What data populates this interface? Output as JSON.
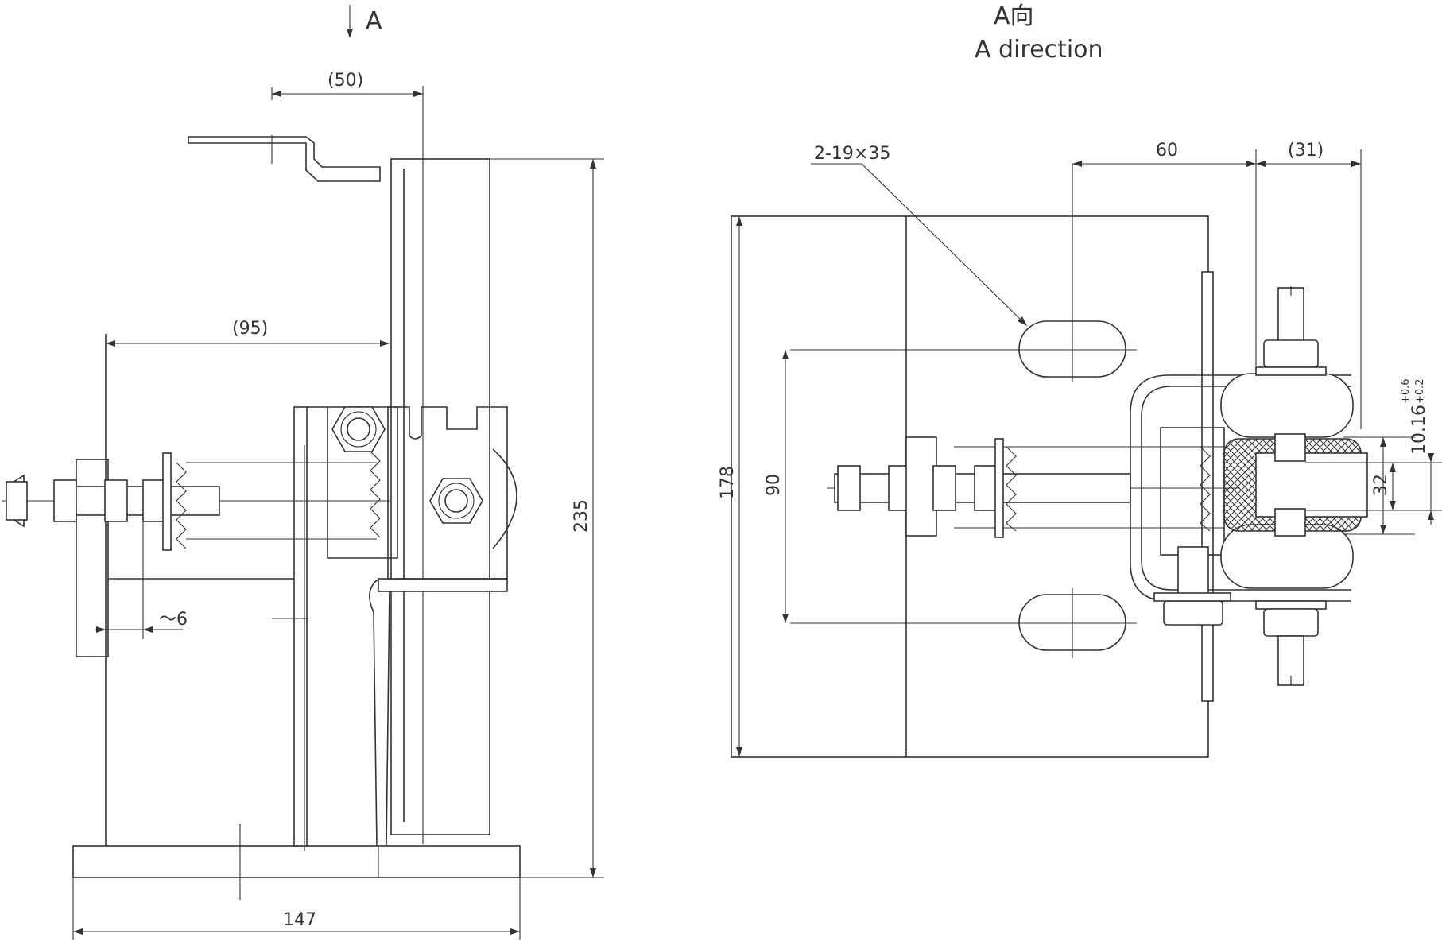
{
  "view_arrow_label": "A",
  "view_title": "A向",
  "view_title_en": "A direction",
  "dimensions": {
    "d50": "(50)",
    "d95": "(95)",
    "d6": "～6",
    "d235": "235",
    "d147": "147",
    "slot_callout": "2-19×35",
    "d60": "60",
    "d31": "(31)",
    "d178": "178",
    "d90": "90",
    "d32": "32",
    "d1016": "10.16",
    "tol_upper": "+0.6",
    "tol_lower": "+0.2"
  }
}
